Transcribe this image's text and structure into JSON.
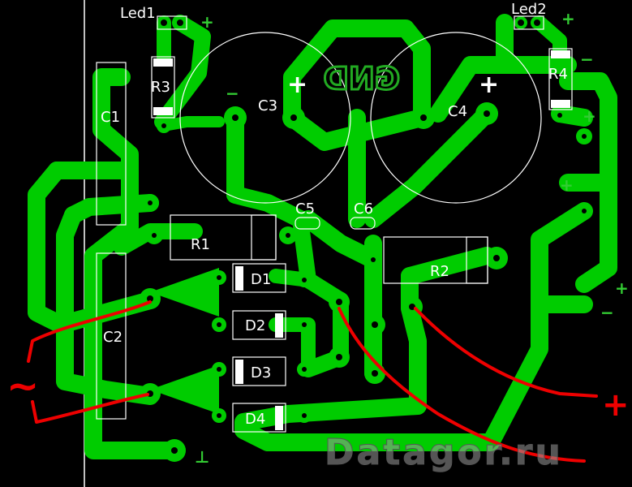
{
  "labels": {
    "led1": "Led1",
    "led2": "Led2",
    "r3": "R3",
    "r4": "R4",
    "c1": "C1",
    "c2": "C2",
    "c3": "C3",
    "c4": "C4",
    "c5": "C5",
    "c6": "C6",
    "r1": "R1",
    "r2": "R2",
    "d1": "D1",
    "d2": "D2",
    "d3": "D3",
    "d4": "D4",
    "gnd": "GND"
  },
  "signs": {
    "plus": "+",
    "minus": "−",
    "ground": "⊥"
  },
  "annotations": {
    "ac_input": "~",
    "plus_output": "+"
  },
  "watermark": "Datagor.ru",
  "colors": {
    "background": "#000000",
    "copper": "#00cc00",
    "silkscreen": "#ffffff",
    "annotation": "#ee0000"
  }
}
